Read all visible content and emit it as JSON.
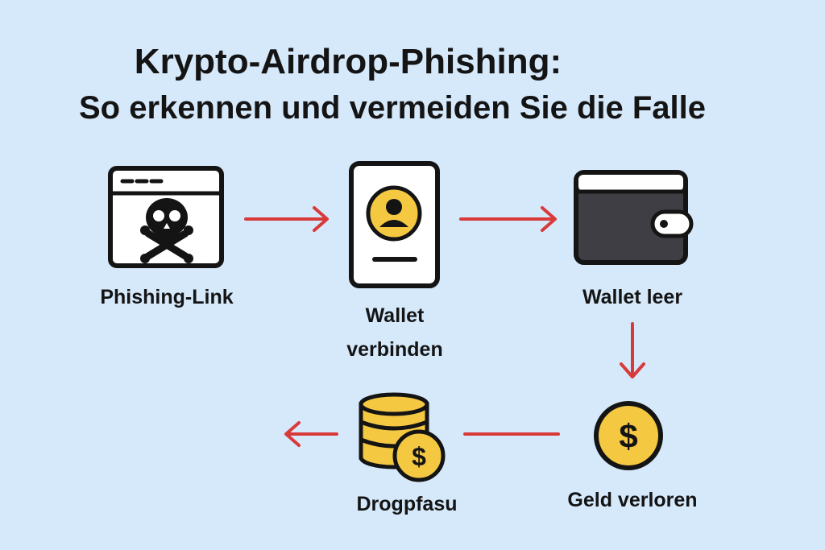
{
  "title": {
    "line1": "Krypto-Airdrop-Phishing:",
    "line2": "So erkennen und vermeiden Sie die Falle"
  },
  "steps": [
    {
      "label": "Phishing-Link",
      "icon": "skull-browser-icon"
    },
    {
      "label_line1": "Wallet",
      "label_line2": "verbinden",
      "icon": "phone-user-icon"
    },
    {
      "label": "Wallet leer",
      "icon": "wallet-icon"
    },
    {
      "label": "Geld verloren",
      "icon": "dollar-coin-icon"
    },
    {
      "label": "Drogpfasu",
      "icon": "coin-stack-icon"
    }
  ],
  "colors": {
    "background": "#d6e9fb",
    "arrow": "#d83a3a",
    "coin": "#f5c842",
    "outline": "#141414"
  }
}
